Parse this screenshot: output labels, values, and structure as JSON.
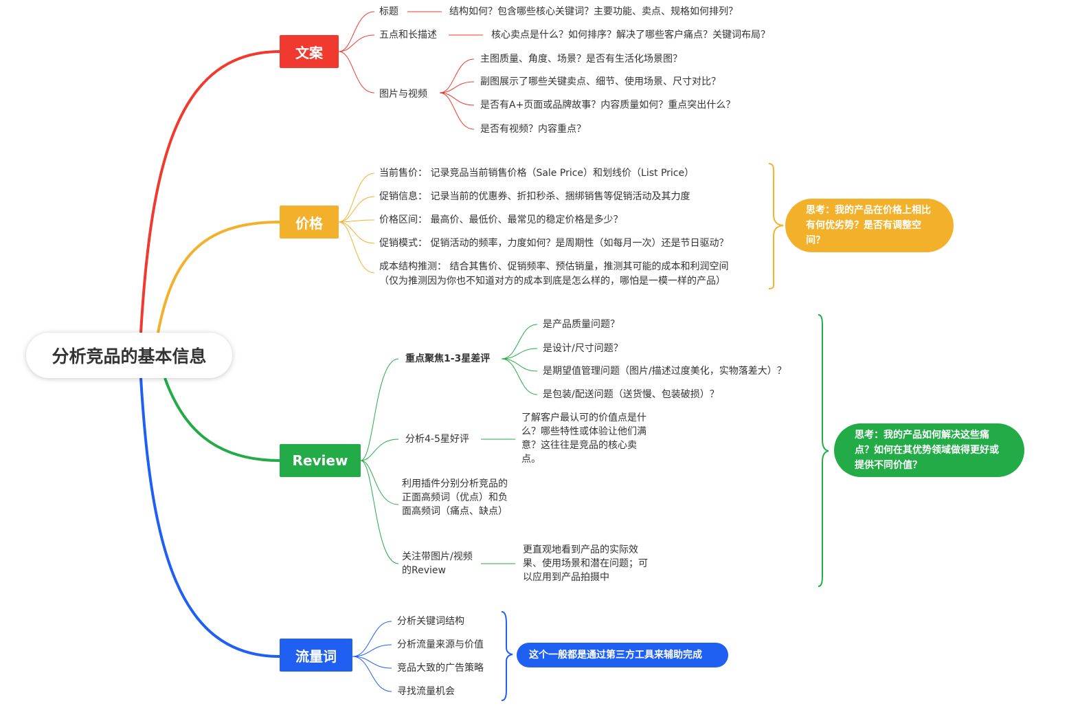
{
  "root": "分析竞品的基本信息",
  "colors": {
    "wenan": "#f03a2f",
    "price": "#f3b12b",
    "review": "#22ab47",
    "traffic": "#1f5ff2"
  },
  "wenan": {
    "label": "文案",
    "title_label": "标题",
    "title_desc": "结构如何？包含哪些核心关键词？主要功能、卖点、规格如何排列？",
    "bullets_label": "五点和长描述",
    "bullets_desc": "核心卖点是什么？如何排序？解决了哪些客户痛点？关键词布局？",
    "media_label": "图片与视频",
    "media_items": [
      "主图质量、角度、场景？是否有生活化场景图？",
      "副图展示了哪些关键卖点、细节、使用场景、尺寸对比？",
      "是否有A+页面或品牌故事？内容质量如何？重点突出什么？",
      "是否有视频？内容重点？"
    ]
  },
  "price": {
    "label": "价格",
    "items": [
      "当前售价：  记录竞品当前销售价格（Sale Price）和划线价（List Price）",
      "促销信息：  记录当前的优惠券、折扣秒杀、捆绑销售等促销活动及其力度",
      "价格区间：  最高价、最低价、最常见的稳定价格是多少？",
      "促销模式：  促销活动的频率，力度如何？是周期性（如每月一次）还是节日驱动？"
    ],
    "cost_line1": "成本结构推测：  结合其售价、促销频率、预估销量，推测其可能的成本和利润空间",
    "cost_line2": "（仅为推测因为你也不知道对方的成本到底是怎么样的，哪怕是一模一样的产品）",
    "think": "思考：我的产品在价格上相比有何优劣势？是否有调整空间？"
  },
  "review": {
    "label": "Review",
    "low_label": "重点聚焦1-3星差评",
    "low_items": [
      "是产品质量问题？",
      "是设计/尺寸问题？",
      "是期望值管理问题（图片/描述过度美化，实物落差大）？",
      "是包装/配送问题（送货慢、包装破损）？"
    ],
    "high_label": "分析4-5星好评",
    "high_desc": "了解客户最认可的价值点是什么？哪些特性或体验让他们满意？这往往是竞品的核心卖点。",
    "plugin": "利用插件分别分析竞品的正面高频词（优点）和负面高频词（痛点、缺点）",
    "media_label": "关注带图片/视频的Review",
    "media_desc": "更直观地看到产品的实际效果、使用场景和潜在问题；可以应用到产品拍摄中",
    "think": "思考：我的产品如何解决这些痛点？如何在其优势领域做得更好或提供不同价值？"
  },
  "traffic": {
    "label": "流量词",
    "items": [
      "分析关键词结构",
      "分析流量来源与价值",
      "竞品大致的广告策略",
      "寻找流量机会"
    ],
    "note": "这个一般都是通过第三方工具来辅助完成"
  }
}
